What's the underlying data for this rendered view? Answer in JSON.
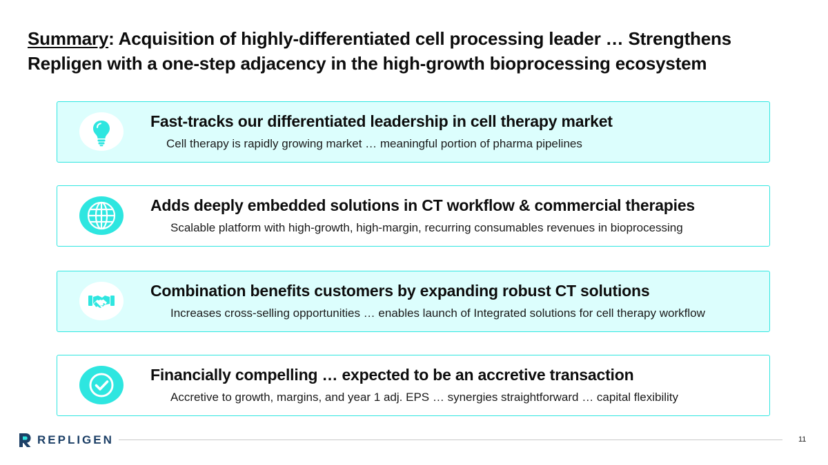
{
  "title": {
    "lead": "Summary",
    "rest": ":  Acquisition of highly-differentiated cell processing leader … Strengthens Repligen with a one-step adjacency in the high-growth bioprocessing ecosystem"
  },
  "cards": [
    {
      "icon": "lightbulb-icon",
      "heading": "Fast-tracks our differentiated leadership in cell therapy market",
      "subtext": "Cell therapy is rapidly growing market … meaningful portion of pharma pipelines"
    },
    {
      "icon": "globe-icon",
      "heading": "Adds deeply embedded solutions in CT workflow & commercial therapies",
      "subtext": "Scalable platform with high-growth, high-margin, recurring consumables revenues in bioprocessing"
    },
    {
      "icon": "handshake-icon",
      "heading": "Combination benefits customers by expanding robust CT solutions",
      "subtext": "Increases cross-selling opportunities … enables launch of Integrated solutions for cell therapy workflow"
    },
    {
      "icon": "checkmark-icon",
      "heading": "Financially compelling … expected to be an accretive transaction",
      "subtext": "Accretive to growth, margins, and year 1 adj. EPS … synergies straightforward … capital flexibility"
    }
  ],
  "footer": {
    "brand": "REPLIGEN",
    "page_number": "11"
  },
  "colors": {
    "accent": "#2ee6e0",
    "card_tint": "#dcfefd",
    "brand_navy": "#1c3f66"
  }
}
